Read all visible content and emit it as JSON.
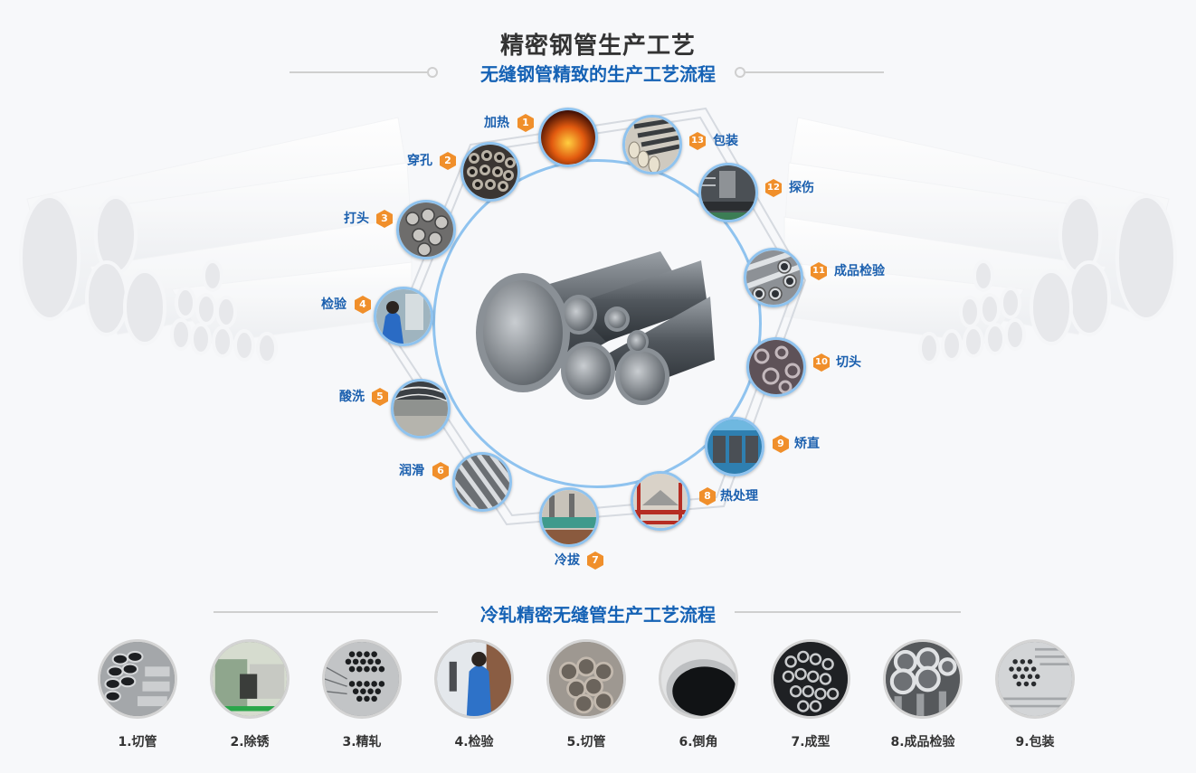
{
  "header": {
    "title": "精密钢管生产工艺",
    "subtitle": "无缝钢管精致的生产工艺流程"
  },
  "colors": {
    "accent_blue": "#1562b5",
    "ring_blue": "#8fc3ef",
    "badge_orange": "#f08f2b",
    "title_dark": "#333333",
    "background": "#f7f8fa"
  },
  "process_circle": {
    "center_image": "steel-pipes-bundle",
    "steps": [
      {
        "num": "1",
        "label": "加热",
        "image": "fire"
      },
      {
        "num": "2",
        "label": "穿孔",
        "image": "pipe-ends"
      },
      {
        "num": "3",
        "label": "打头",
        "image": "pipe-stack"
      },
      {
        "num": "4",
        "label": "检验",
        "image": "worker-microscope"
      },
      {
        "num": "5",
        "label": "酸洗",
        "image": "factory-hall"
      },
      {
        "num": "6",
        "label": "润滑",
        "image": "rods"
      },
      {
        "num": "7",
        "label": "冷拔",
        "image": "drawing-machine"
      },
      {
        "num": "8",
        "label": "热处理",
        "image": "furnace"
      },
      {
        "num": "9",
        "label": "矫直",
        "image": "straightener"
      },
      {
        "num": "10",
        "label": "切头",
        "image": "cut-ends"
      },
      {
        "num": "11",
        "label": "成品检验",
        "image": "finished-pipes"
      },
      {
        "num": "12",
        "label": "探伤",
        "image": "flaw-detector"
      },
      {
        "num": "13",
        "label": "包装",
        "image": "packed-bundles"
      }
    ]
  },
  "cold_rolled": {
    "title": "冷轧精密无缝管生产工艺流程",
    "steps": [
      {
        "label": "1.切管",
        "image": "cut-pipes"
      },
      {
        "label": "2.除锈",
        "image": "derusting-machine"
      },
      {
        "label": "3.精轧",
        "image": "pipe-bundle-ends"
      },
      {
        "label": "4.检验",
        "image": "worker-inspection"
      },
      {
        "label": "5.切管",
        "image": "thick-pipes"
      },
      {
        "label": "6.倒角",
        "image": "beveled-pipe"
      },
      {
        "label": "7.成型",
        "image": "formed-tubes"
      },
      {
        "label": "8.成品检验",
        "image": "finished-tubes"
      },
      {
        "label": "9.包装",
        "image": "packed-tubes"
      }
    ]
  }
}
